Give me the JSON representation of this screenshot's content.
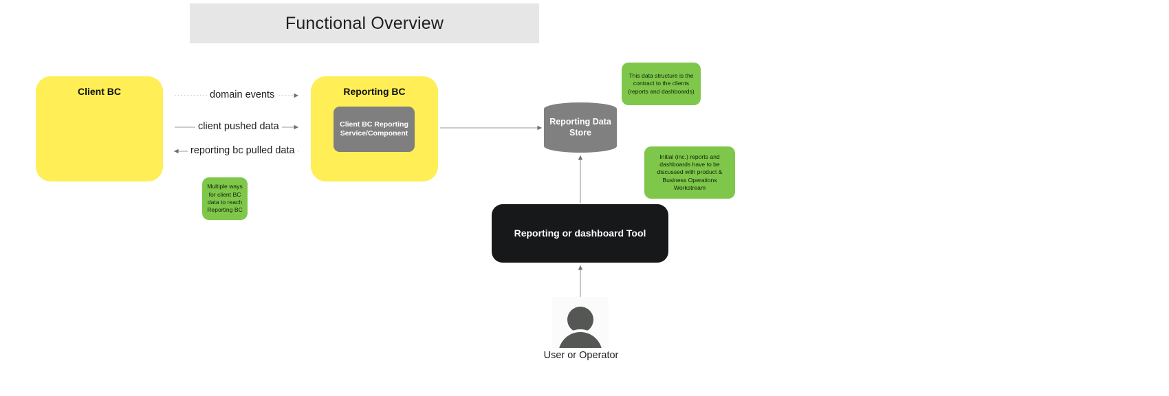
{
  "diagram": {
    "title": "Functional Overview",
    "colors": {
      "banner_bg": "#e6e6e6",
      "bounded_context": "#ffee55",
      "component": "#7f7f7f",
      "note": "#7fc74a",
      "data_store": "#808080",
      "tool": "#17181a",
      "actor": "#545754",
      "edge": "#9a9a9a"
    },
    "nodes": {
      "client_bc": {
        "label": "Client BC"
      },
      "reporting_bc": {
        "label": "Reporting BC"
      },
      "reporting_service": {
        "label": "Client BC Reporting Service/Component"
      },
      "reporting_data_store": {
        "label": "Reporting Data Store"
      },
      "reporting_tool": {
        "label": "Reporting or dashboard Tool"
      },
      "actor": {
        "label": "User or Operator",
        "icon": "person-icon"
      }
    },
    "edges": [
      {
        "id": "domain-events",
        "label": "domain events",
        "from": "client_bc",
        "to": "reporting_bc",
        "style": "dotted",
        "direction": "right"
      },
      {
        "id": "client-pushed-data",
        "label": "client pushed data",
        "from": "client_bc",
        "to": "reporting_bc",
        "style": "solid",
        "direction": "right"
      },
      {
        "id": "reporting-bc-pulled-data",
        "label": "reporting bc pulled data",
        "from": "reporting_bc",
        "to": "client_bc",
        "style": "solid",
        "direction": "left"
      },
      {
        "id": "bc-to-store",
        "label": "",
        "from": "reporting_bc",
        "to": "reporting_data_store",
        "style": "solid",
        "direction": "right"
      },
      {
        "id": "tool-to-store",
        "label": "",
        "from": "reporting_tool",
        "to": "reporting_data_store",
        "style": "solid",
        "direction": "up"
      },
      {
        "id": "actor-to-tool",
        "label": "",
        "from": "actor",
        "to": "reporting_tool",
        "style": "solid",
        "direction": "up"
      }
    ],
    "notes": {
      "contract": "This data structure is the contract to the clients (reports and dashboards)",
      "initial": "Initial (inc.) reports and dashboards have to be discussed with product & Business Operations Workstream",
      "multiple_ways": "Multiple ways for client BC data to reach Reporting BC"
    }
  }
}
